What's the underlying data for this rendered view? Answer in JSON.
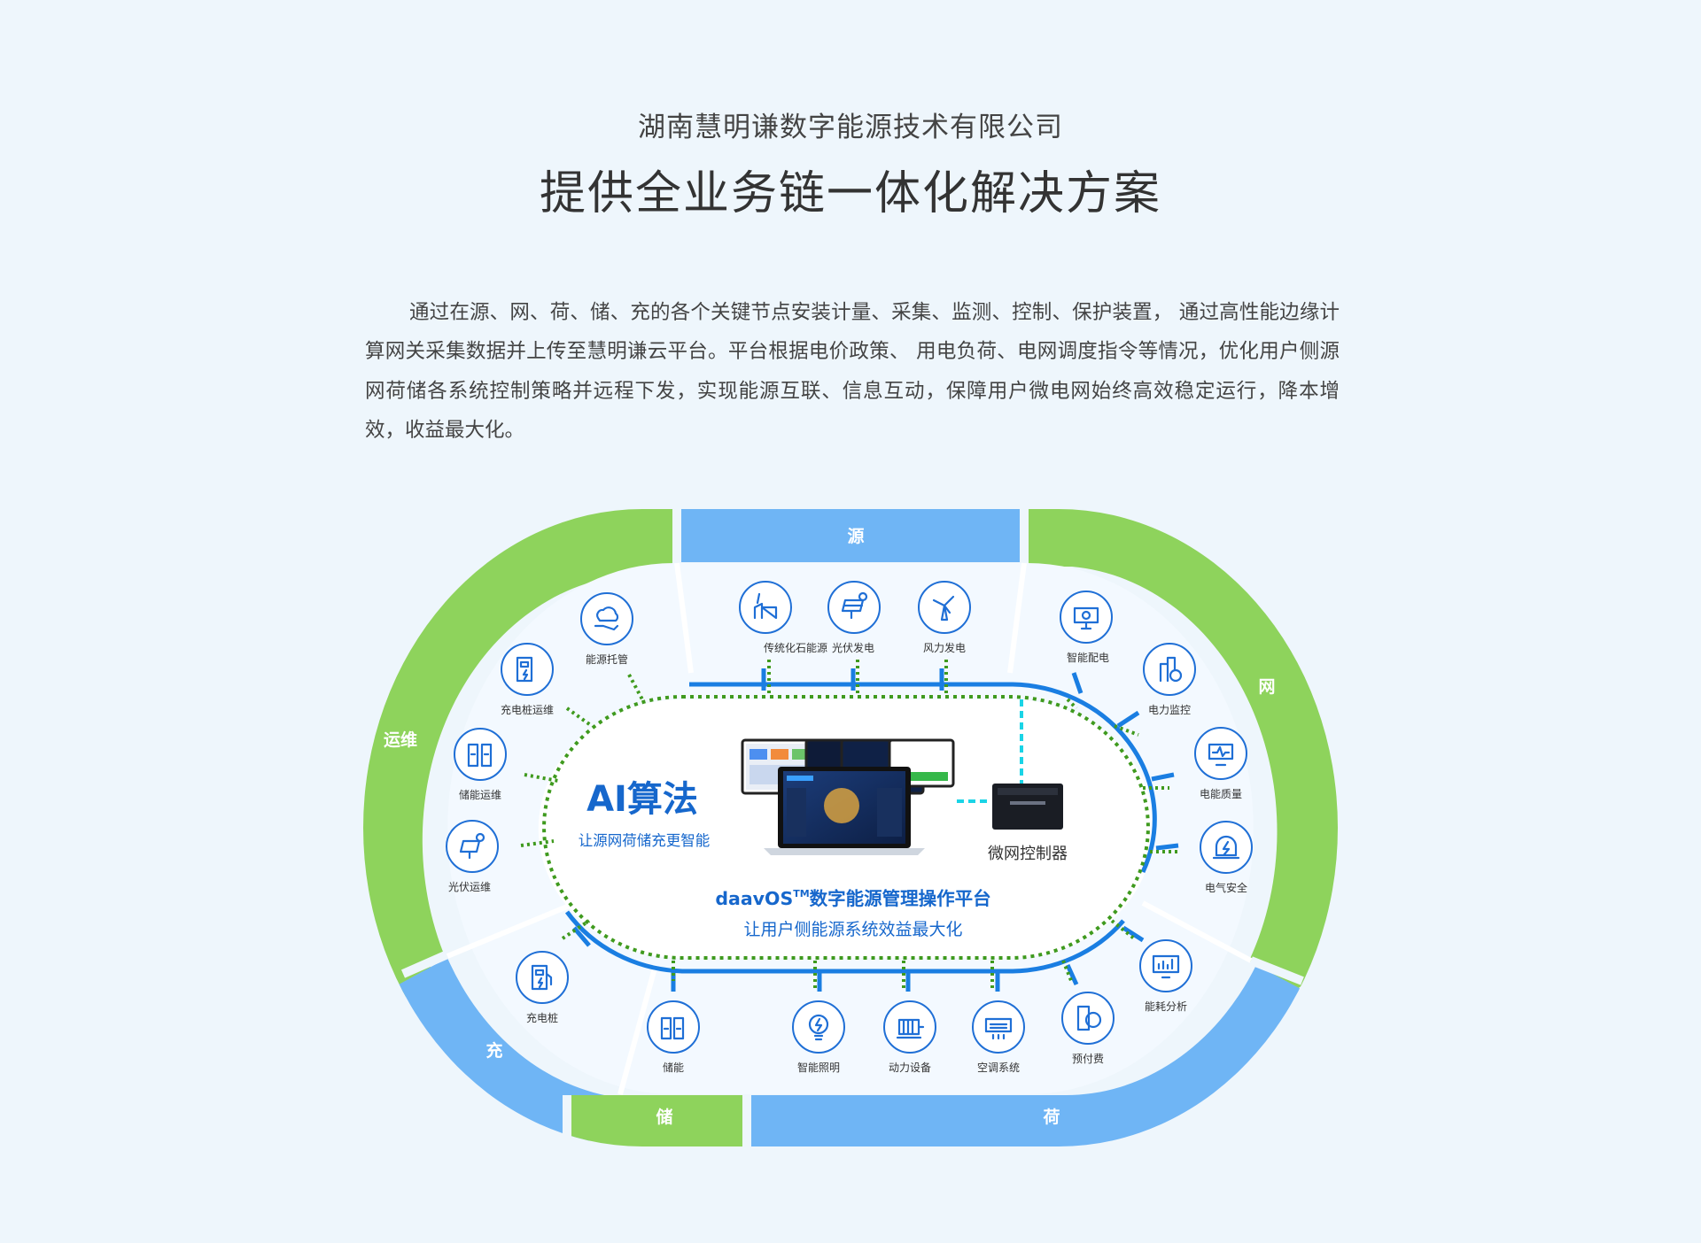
{
  "header": {
    "company": "湖南慧明谦数字能源技术有限公司",
    "slogan": "提供全业务链一体化解决方案"
  },
  "intro": "通过在源、网、荷、储、充的各个关键节点安装计量、采集、监测、控制、保护装置， 通过高性能边缘计算网关采集数据并上传至慧明谦云平台。平台根据电价政策、 用电负荷、电网调度指令等情况，优化用户侧源网荷储各系统控制策略并远程下发，实现能源互联、信息互动，保障用户微电网始终高效稳定运行，降本增效，收益最大化。",
  "colors": {
    "green": "#8ed35c",
    "blue_band": "#6fb5f5",
    "line_blue": "#1a7ee2",
    "dot_green": "#3f9a1e",
    "dash_cyan": "#1ad4e6",
    "icon_blue": "#1f6fd6",
    "title_blue": "#1667cc"
  },
  "sections": {
    "yuan": "源",
    "wang": "网",
    "yunwei": "运维",
    "chong": "充",
    "chu": "储",
    "he": "荷"
  },
  "center": {
    "ai_title": "AI算法",
    "ai_sub": "让源网荷储充更智能",
    "controller": "微网控制器",
    "platform_pre": "daavOS",
    "platform_tm": "TM",
    "platform_post": "数字能源管理操作平台",
    "platform_sub": "让用户侧能源系统效益最大化"
  },
  "nodes": {
    "traditional": {
      "label": "传统化石能源",
      "icon": "power-plant-icon"
    },
    "pv_gen": {
      "label": "光伏发电",
      "icon": "solar-panel-icon"
    },
    "wind": {
      "label": "风力发电",
      "icon": "wind-turbine-icon"
    },
    "smart_dist": {
      "label": "智能配电",
      "icon": "monitor-gear-icon"
    },
    "power_mon": {
      "label": "电力监控",
      "icon": "building-bolt-icon"
    },
    "quality": {
      "label": "电能质量",
      "icon": "monitor-wave-icon"
    },
    "safety": {
      "label": "电气安全",
      "icon": "alarm-bolt-icon"
    },
    "energy_ana": {
      "label": "能耗分析",
      "icon": "chart-screen-icon"
    },
    "prepay": {
      "label": "预付费",
      "icon": "phone-coin-icon"
    },
    "hvac": {
      "label": "空调系统",
      "icon": "air-conditioner-icon"
    },
    "power_dev": {
      "label": "动力设备",
      "icon": "motor-icon"
    },
    "lighting": {
      "label": "智能照明",
      "icon": "bulb-icon"
    },
    "storage": {
      "label": "储能",
      "icon": "battery-pack-icon"
    },
    "charger": {
      "label": "充电桩",
      "icon": "charger-icon"
    },
    "pv_om": {
      "label": "光伏运维",
      "icon": "solar-gear-icon"
    },
    "storage_om": {
      "label": "储能运维",
      "icon": "battery-om-icon"
    },
    "charger_om": {
      "label": "充电桩运维",
      "icon": "charger-om-icon"
    },
    "hosting": {
      "label": "能源托管",
      "icon": "cloud-hand-icon"
    }
  }
}
